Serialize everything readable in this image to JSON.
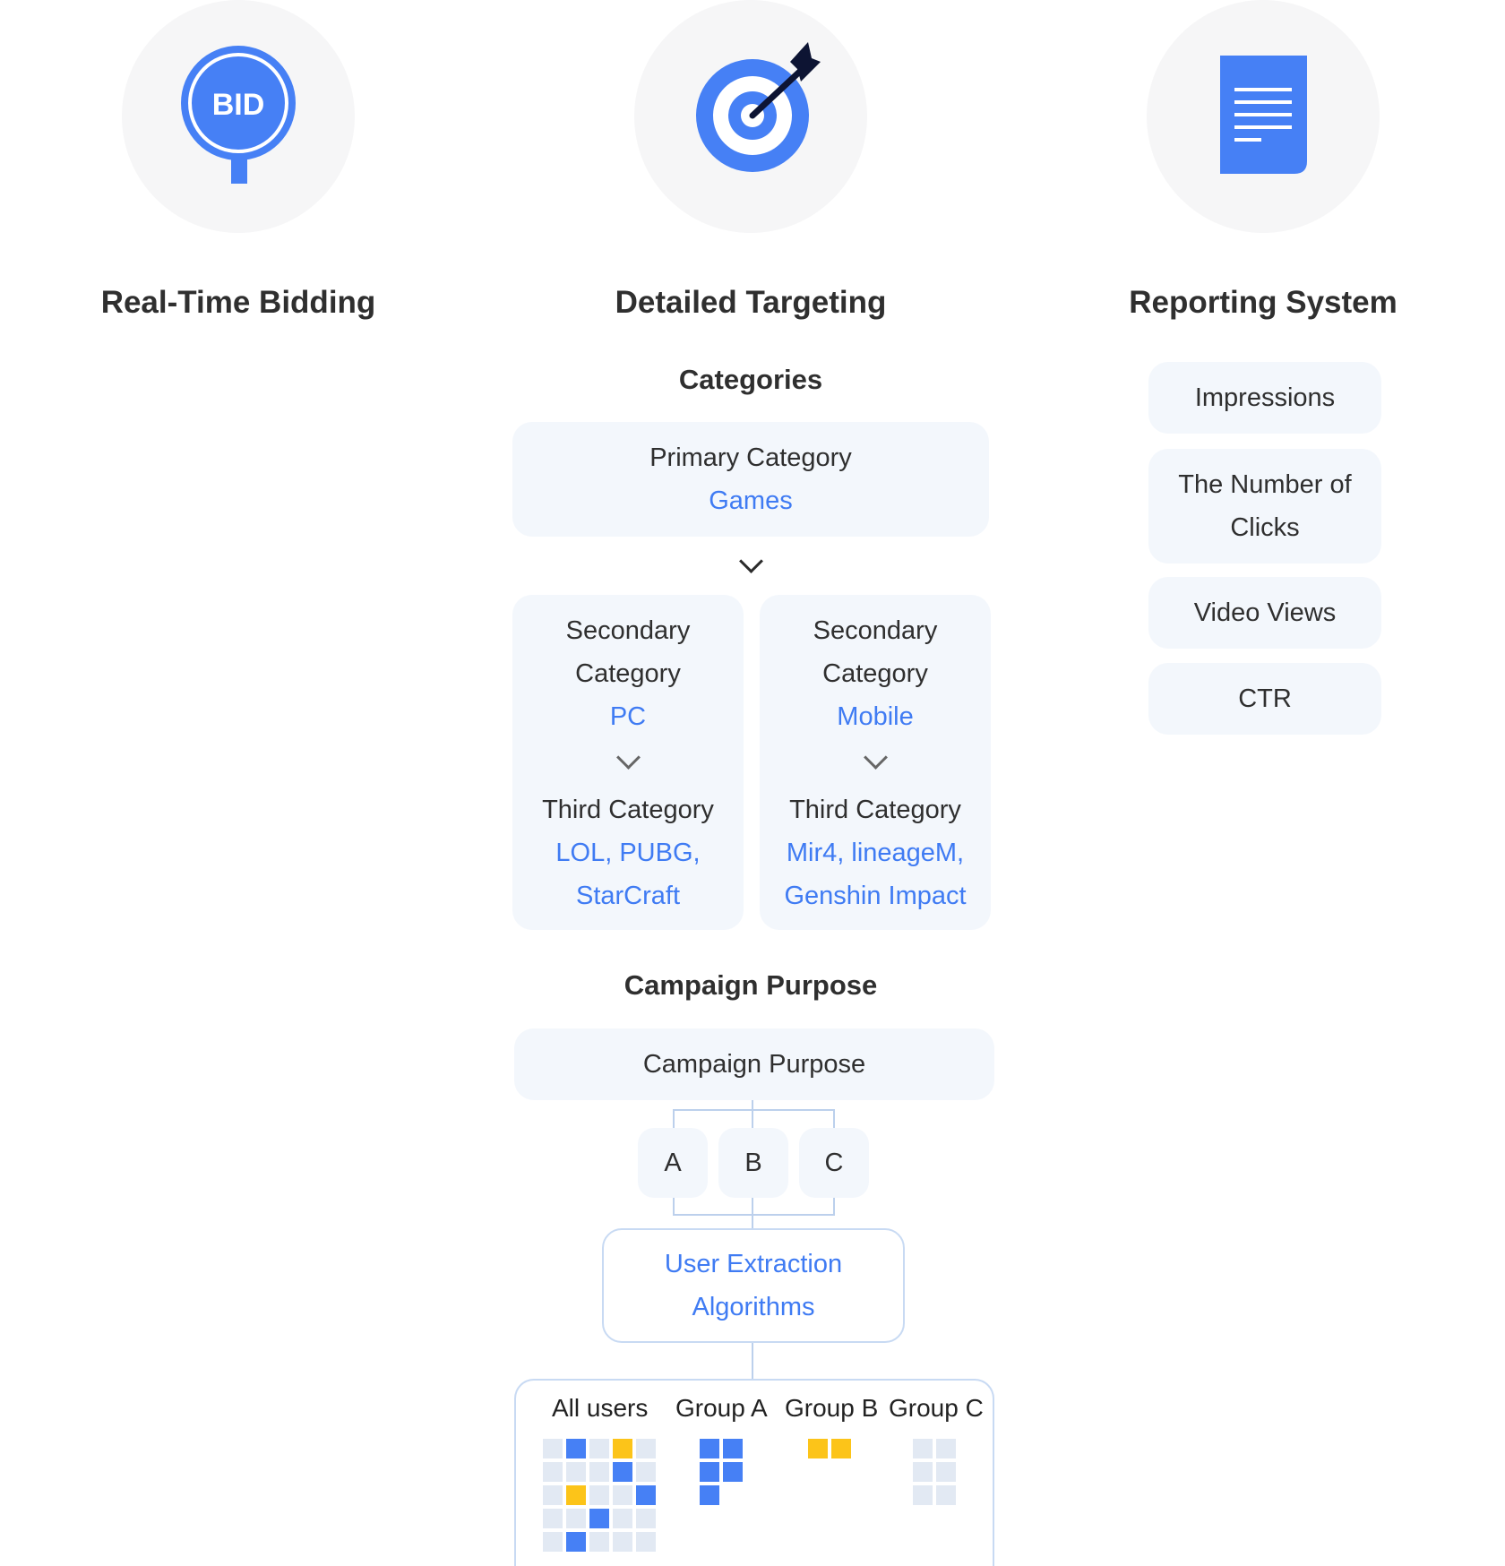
{
  "columns": {
    "bidding": {
      "title": "Real-Time Bidding",
      "icon": "bid-sign-icon",
      "badge": "BID"
    },
    "targeting": {
      "title": "Detailed Targeting",
      "icon": "target-icon"
    },
    "reporting": {
      "title": "Reporting System",
      "icon": "document-icon"
    }
  },
  "categories": {
    "heading": "Categories",
    "primary": {
      "label": "Primary Category",
      "value": "Games"
    },
    "pc": {
      "secondary_label_1": "Secondary",
      "secondary_label_2": "Category",
      "secondary_value": "PC",
      "third_label": "Third Category",
      "third_value_1": "LOL, PUBG,",
      "third_value_2": "StarCraft"
    },
    "mobile": {
      "secondary_label_1": "Secondary",
      "secondary_label_2": "Category",
      "secondary_value": "Mobile",
      "third_label": "Third Category",
      "third_value_1": "Mir4, lineageM,",
      "third_value_2": "Genshin Impact"
    }
  },
  "campaign": {
    "heading": "Campaign Purpose",
    "box_label": "Campaign Purpose",
    "options": [
      "A",
      "B",
      "C"
    ],
    "algorithm_line_1": "User Extraction",
    "algorithm_line_2": "Algorithms",
    "groups": {
      "all_users": "All users",
      "group_a": "Group A",
      "group_b": "Group B",
      "group_c": "Group C"
    },
    "grid_all_users": [
      [
        0,
        1,
        0,
        2,
        0
      ],
      [
        0,
        0,
        0,
        1,
        0
      ],
      [
        0,
        2,
        0,
        0,
        1
      ],
      [
        0,
        0,
        1,
        0,
        0
      ],
      [
        0,
        1,
        0,
        0,
        0
      ]
    ],
    "grid_group_a": [
      [
        1,
        1
      ],
      [
        1,
        1
      ],
      [
        1,
        -1
      ]
    ],
    "grid_group_b": [
      [
        2,
        2
      ]
    ],
    "grid_group_c": [
      [
        0,
        0
      ],
      [
        0,
        0
      ],
      [
        0,
        0
      ]
    ]
  },
  "reporting": {
    "metrics": [
      "Impressions",
      "The Number of Clicks",
      "Video Views",
      "CTR"
    ]
  },
  "colors": {
    "accent_blue": "#3f7bf3",
    "cell_blue": "#4680f5",
    "cell_yellow": "#fcc419",
    "cell_empty": "#e2e9f3",
    "box_bg": "#f3f7fc",
    "circle_bg": "#f6f6f7"
  }
}
